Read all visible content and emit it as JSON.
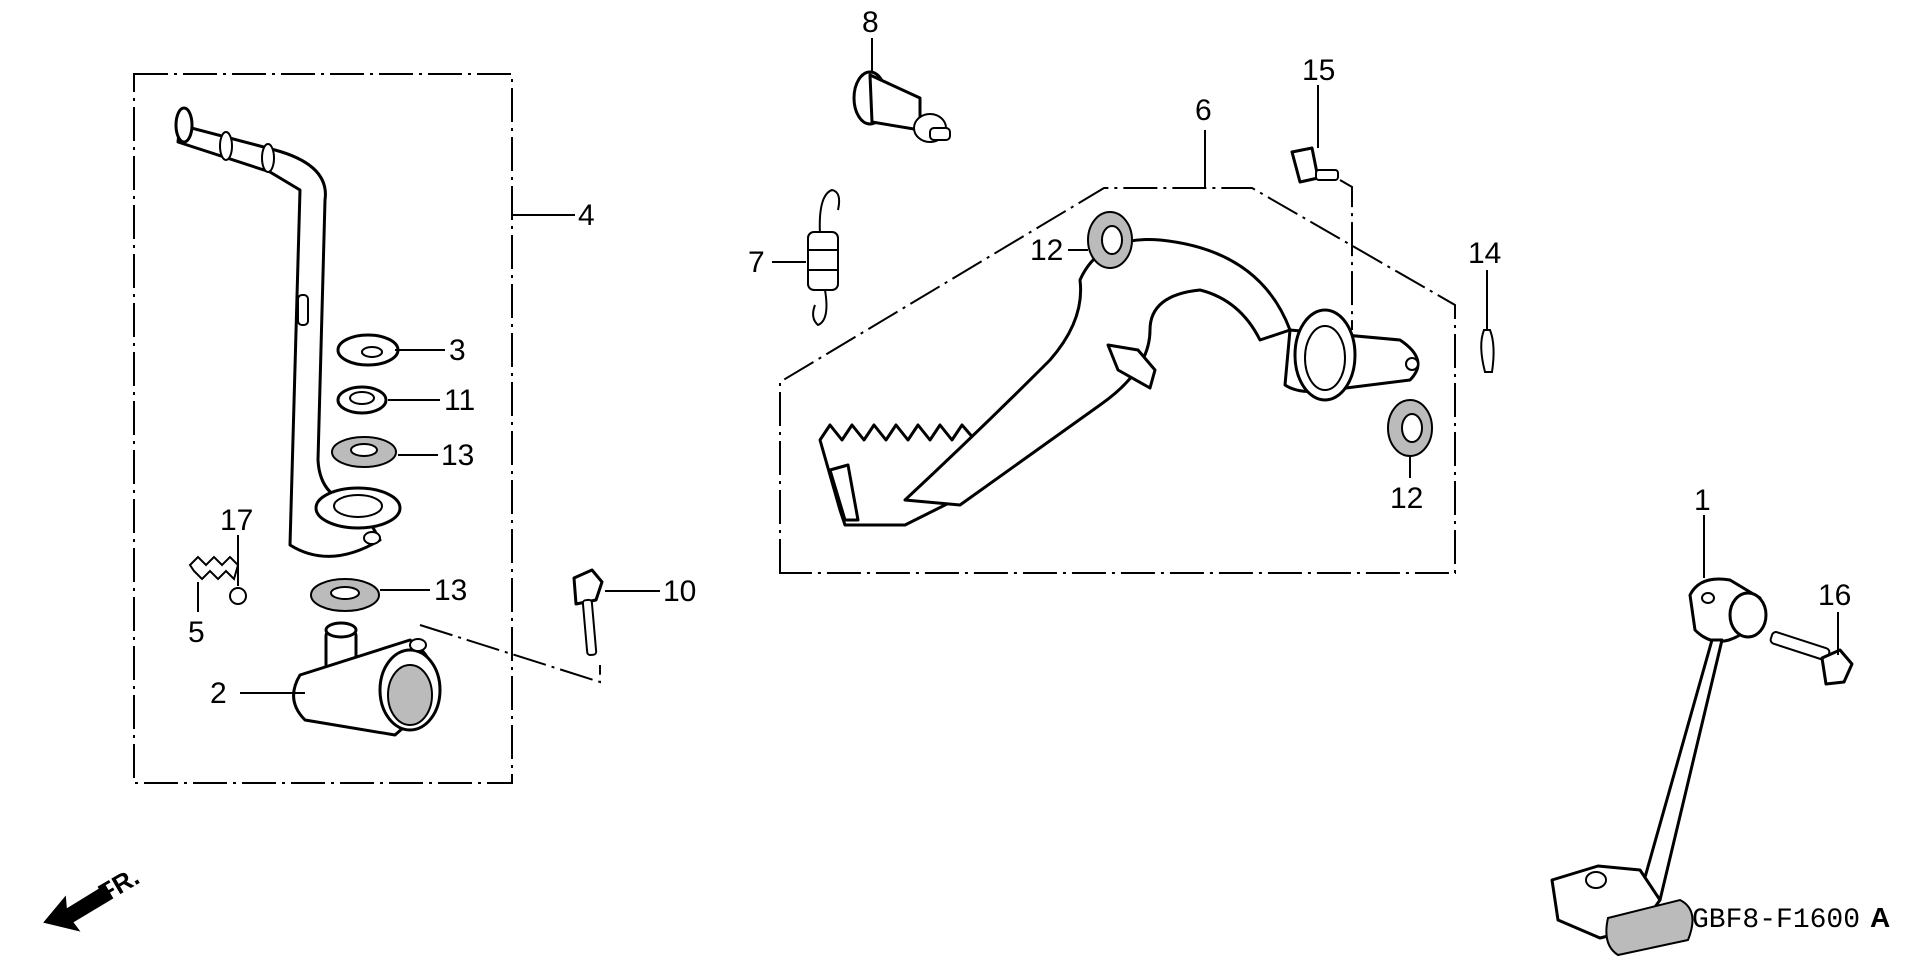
{
  "diagram": {
    "callouts": {
      "p1": "1",
      "p2": "2",
      "p3": "3",
      "p4": "4",
      "p5": "5",
      "p6": "6",
      "p7": "7",
      "p8": "8",
      "p10": "10",
      "p11": "11",
      "p12a": "12",
      "p12b": "12",
      "p13a": "13",
      "p13b": "13",
      "p14": "14",
      "p15": "15",
      "p16": "16",
      "p17": "17"
    },
    "direction_label": "FR.",
    "diagram_code": "GBF8-F1600",
    "diagram_code_suffix": "A"
  }
}
